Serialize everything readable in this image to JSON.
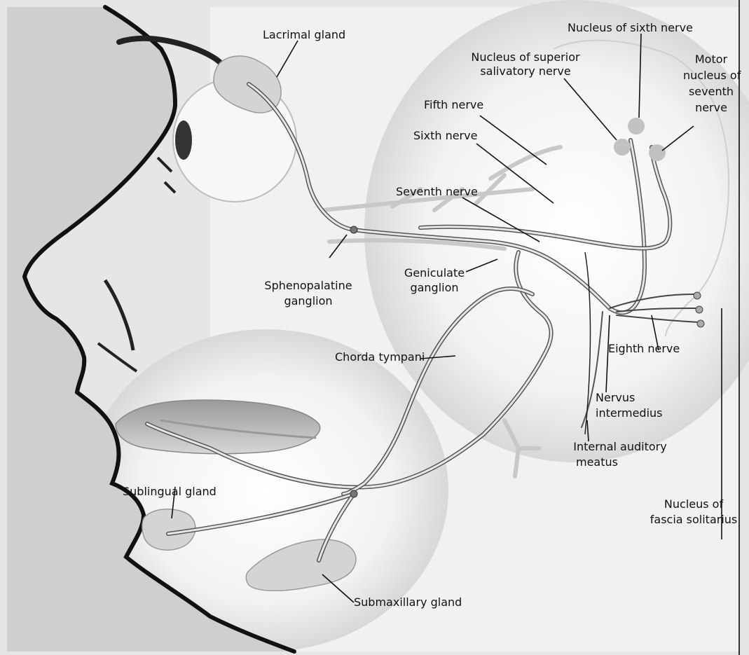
{
  "labels": {
    "lacrimal_gland": "Lacrimal gland",
    "nucleus_sixth_nerve": "Nucleus of sixth nerve",
    "nucleus_superior_salivatory_1": "Nucleus of superior",
    "nucleus_superior_salivatory_2": "salivatory nerve",
    "motor_nucleus_1": "Motor",
    "motor_nucleus_2": "nucleus of",
    "motor_nucleus_3": "seventh",
    "motor_nucleus_4": "nerve",
    "fifth_nerve": "Fifth nerve",
    "sixth_nerve": "Sixth nerve",
    "seventh_nerve": "Seventh nerve",
    "geniculate_1": "Geniculate",
    "geniculate_2": "ganglion",
    "sphenopalatine_1": "Sphenopalatine",
    "sphenopalatine_2": "ganglion",
    "chorda_tympani": "Chorda tympani",
    "eighth_nerve": "Eighth nerve",
    "nervus_intermedius_1": "Nervus",
    "nervus_intermedius_2": "intermedius",
    "internal_auditory_1": "Internal auditory",
    "internal_auditory_2": "meatus",
    "sublingual_gland": "Sublingual gland",
    "nucleus_fascia_1": "Nucleus of",
    "nucleus_fascia_2": "fascia solitarius",
    "submaxillary_gland": "Submaxillary gland"
  },
  "colors": {
    "outline": "#111111",
    "nerve": "#8a8a8a",
    "gland": "#cfcfcf",
    "background_shade": "#e4e4e4"
  }
}
